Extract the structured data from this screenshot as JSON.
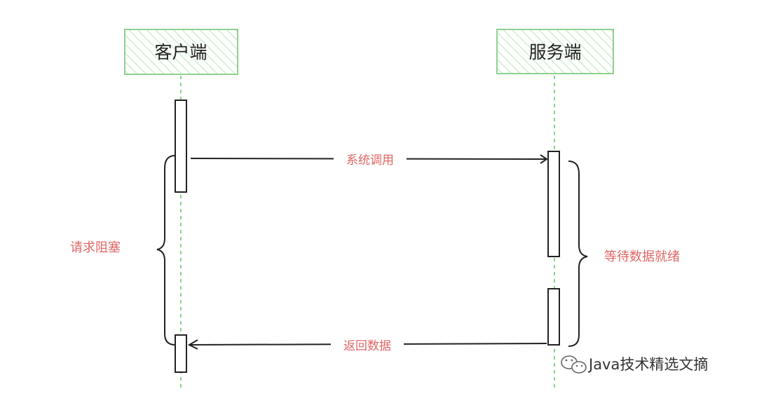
{
  "participants": {
    "client": {
      "label": "客户端"
    },
    "server": {
      "label": "服务端"
    }
  },
  "messages": {
    "syscall": {
      "label": "系统调用"
    },
    "return_data": {
      "label": "返回数据"
    }
  },
  "notes": {
    "request_blocking": {
      "label": "请求阻塞"
    },
    "wait_data_ready": {
      "label": "等待数据就绪"
    }
  },
  "watermark": {
    "text": "Java技术精选文摘"
  },
  "colors": {
    "participant_border": "#8fd18f",
    "participant_hatch": "#c8ecc8",
    "lifeline": "#8fd18f",
    "label_red": "#e06666",
    "ink": "#222222"
  }
}
